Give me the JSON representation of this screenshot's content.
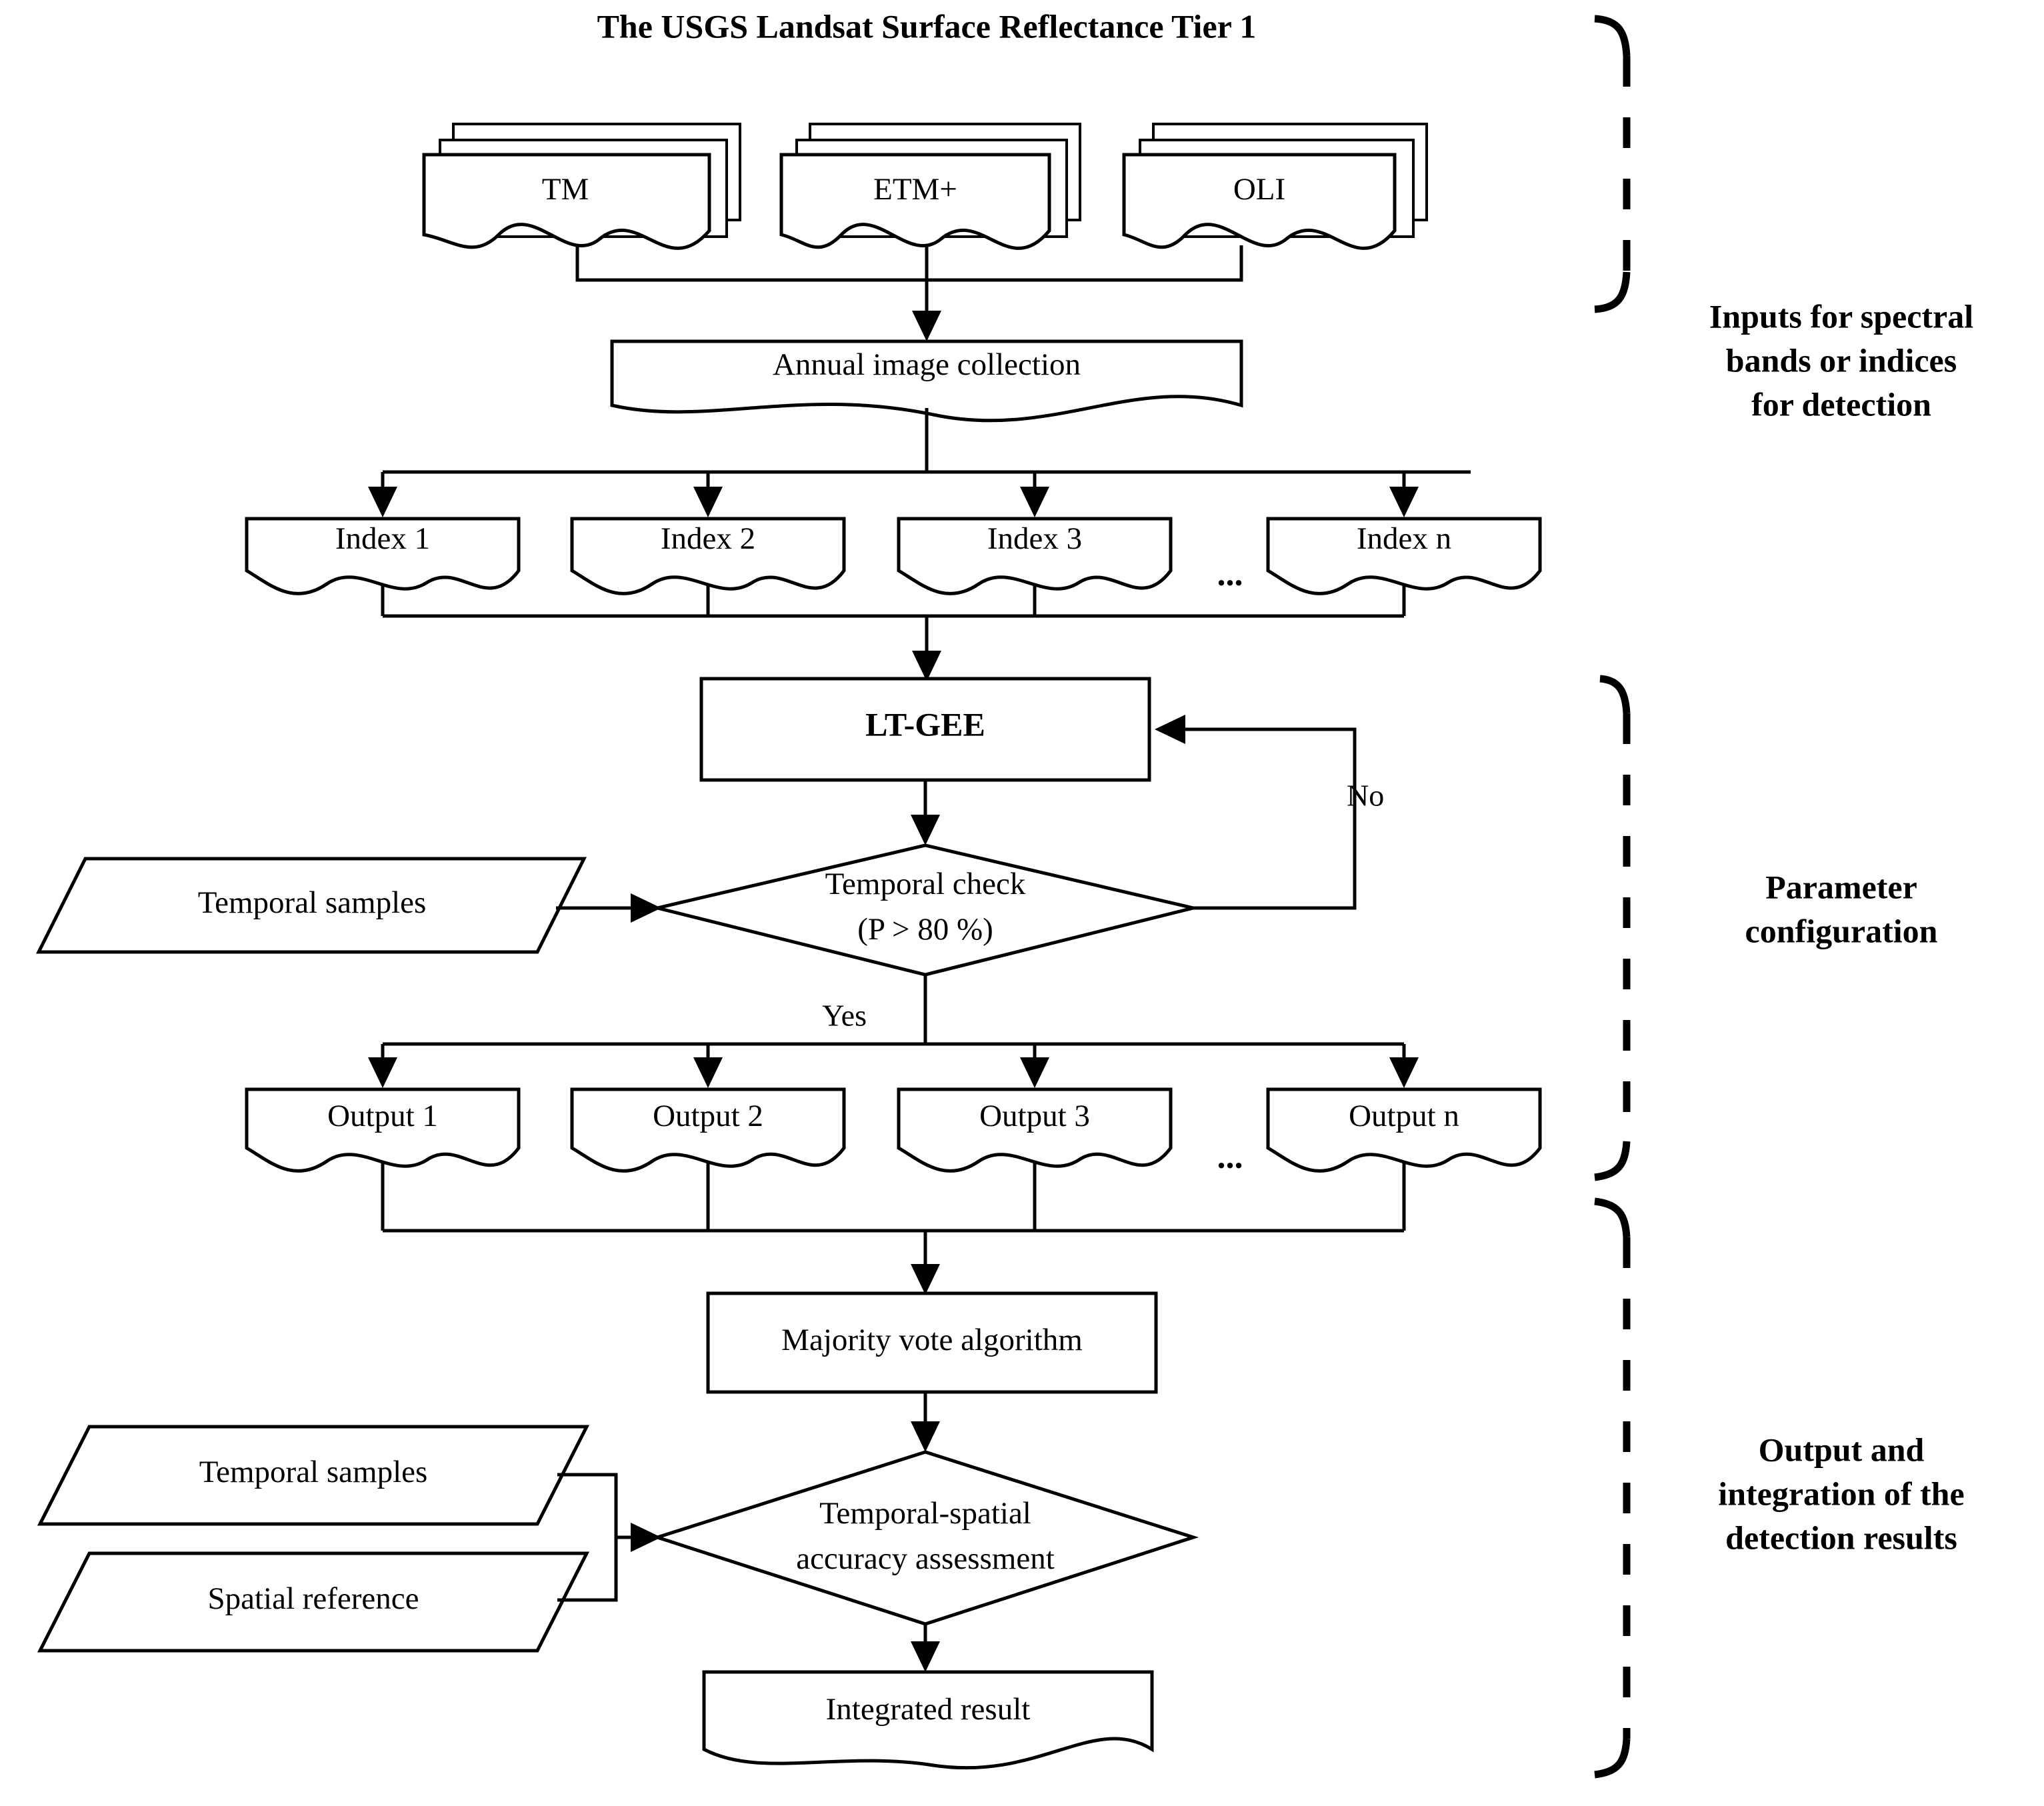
{
  "diagram": {
    "title": "The USGS Landsat Surface Reflectance Tier 1",
    "sensors": [
      {
        "label": "TM"
      },
      {
        "label": "ETM+"
      },
      {
        "label": "OLI"
      }
    ],
    "collection": {
      "label": "Annual image collection"
    },
    "indices": [
      {
        "label": "Index 1"
      },
      {
        "label": "Index 2"
      },
      {
        "label": "Index 3"
      },
      {
        "label": "Index n"
      }
    ],
    "index_ellipsis": "...",
    "algorithm": {
      "label": "LT-GEE"
    },
    "temporal_check": {
      "line1": "Temporal check",
      "line2": "(P > 80 %)"
    },
    "temporal_samples_top": {
      "label": "Temporal samples"
    },
    "edge_no": "No",
    "edge_yes": "Yes",
    "outputs": [
      {
        "label": "Output 1"
      },
      {
        "label": "Output 2"
      },
      {
        "label": "Output 3"
      },
      {
        "label": "Output n"
      }
    ],
    "output_ellipsis": "...",
    "majority_vote": {
      "label": "Majority vote algorithm"
    },
    "temporal_samples_bottom": {
      "label": "Temporal samples"
    },
    "spatial_reference": {
      "label": "Spatial reference"
    },
    "accuracy_assessment": {
      "line1": "Temporal-spatial",
      "line2": "accuracy assessment"
    },
    "integrated_result": {
      "label": "Integrated result"
    },
    "side_annotations": [
      {
        "lines": [
          "Inputs for spectral",
          "bands or indices",
          "for detection"
        ]
      },
      {
        "lines": [
          "Parameter",
          "configuration"
        ]
      },
      {
        "lines": [
          "Output and",
          "integration of the",
          "detection results"
        ]
      }
    ],
    "colors": {
      "stroke": "#000000",
      "fill": "#ffffff",
      "background": "#ffffff"
    }
  }
}
